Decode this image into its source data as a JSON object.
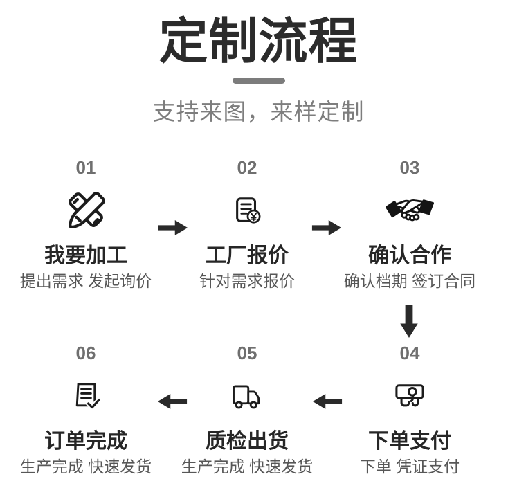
{
  "header": {
    "title": "定制流程",
    "subtitle": "支持来图，来样定制"
  },
  "steps": [
    {
      "number": "01",
      "icon": "pen-pencil-icon",
      "title": "我要加工",
      "subtitle": "提出需求 发起询价"
    },
    {
      "number": "02",
      "icon": "quote-document-icon",
      "title": "工厂报价",
      "subtitle": "针对需求报价"
    },
    {
      "number": "03",
      "icon": "handshake-icon",
      "title": "确认合作",
      "subtitle": "确认档期 签订合同"
    },
    {
      "number": "04",
      "icon": "payment-hand-icon",
      "title": "下单支付",
      "subtitle": "下单 凭证支付"
    },
    {
      "number": "05",
      "icon": "delivery-truck-icon",
      "title": "质检出货",
      "subtitle": "生产完成 快速发货"
    },
    {
      "number": "06",
      "icon": "order-complete-icon",
      "title": "订单完成",
      "subtitle": "生产完成 快速发货"
    }
  ],
  "flow": {
    "arrows": [
      {
        "from": "01",
        "to": "02",
        "direction": "right"
      },
      {
        "from": "02",
        "to": "03",
        "direction": "right"
      },
      {
        "from": "03",
        "to": "04",
        "direction": "down"
      },
      {
        "from": "04",
        "to": "05",
        "direction": "left"
      },
      {
        "from": "05",
        "to": "06",
        "direction": "left"
      }
    ]
  },
  "colors": {
    "background": "#ffffff",
    "title": "#2b2b2b",
    "divider": "#7c7c7c",
    "subtitle": "#7d7d7d",
    "step_number": "#6f6f6f",
    "step_title": "#262626",
    "step_subtitle": "#575757",
    "icon": "#1c1c1c",
    "arrow": "#2a2a2a"
  }
}
